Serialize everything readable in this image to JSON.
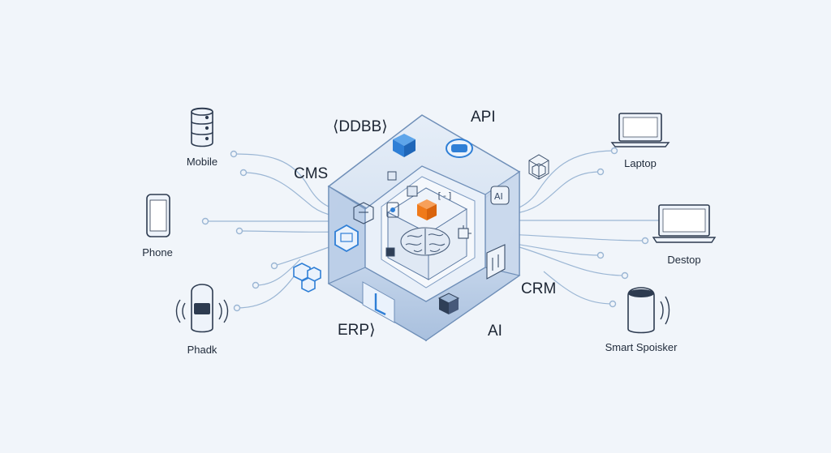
{
  "devices_left": [
    {
      "label": "Mobile",
      "icon": "server-stack-icon"
    },
    {
      "label": "Phone",
      "icon": "smartphone-icon"
    },
    {
      "label": "Phadk",
      "icon": "smart-speaker-icon"
    }
  ],
  "devices_right": [
    {
      "label": "Laptop",
      "icon": "laptop-icon"
    },
    {
      "label": "Destop",
      "icon": "monitor-icon"
    },
    {
      "label": "Smart Spoisker",
      "icon": "smart-speaker-icon"
    }
  ],
  "systems": {
    "ddbb": "⟨DDBB⟩",
    "api": "API",
    "cms": "CMS",
    "crm": "CRM",
    "erp": "ERP⟩",
    "ai": "AI"
  },
  "colors": {
    "background": "#f1f5fa",
    "line": "#9bb6d4",
    "frame": "#6f8fb8",
    "accent_blue": "#2f7fd6",
    "accent_orange": "#f07a1a",
    "text": "#1f2a3a"
  }
}
